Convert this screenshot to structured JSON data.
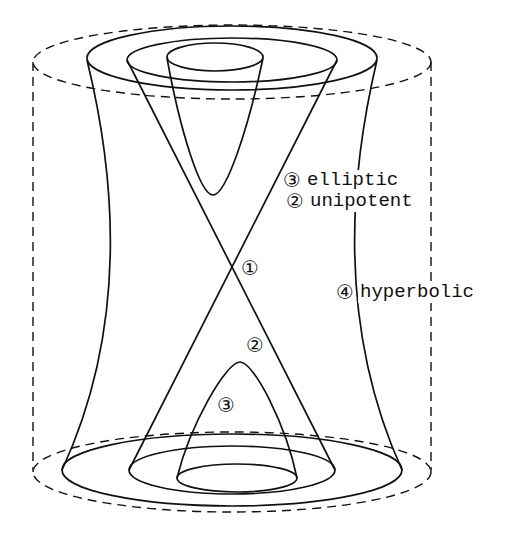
{
  "diagram": {
    "labels": [
      "③",
      "elliptic",
      "②",
      "unipotent",
      "①",
      "④",
      "hyperbolic",
      "②",
      "③"
    ]
  }
}
